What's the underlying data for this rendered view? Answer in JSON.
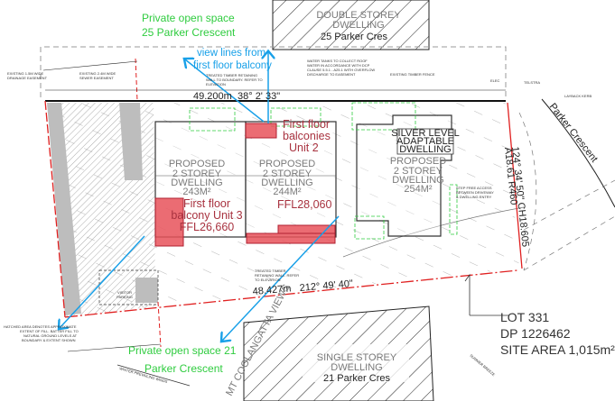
{
  "neighbours": {
    "north_pos": [
      "Private open space",
      "25 Parker Crescent"
    ],
    "north_building": [
      "DOUBLE STOREY",
      "DWELLING",
      "25 Parker Cres"
    ],
    "south_pos": [
      "Private open space 21",
      "Parker Crescent"
    ],
    "south_building": [
      "SINGLE STOREY",
      "DWELLING",
      "21 Parker Cres"
    ],
    "street": "Parker Crescent",
    "views": "MT COOLANGATTA VIEWS"
  },
  "view_lines": [
    "view lines from",
    "first floor balcony"
  ],
  "units": {
    "unit3": {
      "lines": [
        "PROPOSED",
        "2 STOREY",
        "DWELLING",
        "243M²"
      ],
      "balcony": [
        "First floor",
        "balcony Unit 3",
        "FFL26,660"
      ]
    },
    "unit2": {
      "lines": [
        "PROPOSED",
        "2 STOREY",
        "DWELLING",
        "244M²"
      ],
      "balcony": [
        "First floor",
        "balconies",
        "Unit 2"
      ],
      "ffl": "FFL28,060"
    },
    "unit1": {
      "badge": [
        "SILVER LEVEL",
        "ADAPTABLE",
        "DWELLING"
      ],
      "lines": [
        "PROPOSED",
        "2 STOREY",
        "DWELLING",
        "254M²"
      ]
    }
  },
  "bearings": {
    "top": [
      "49.200m",
      "38° 2' 33\""
    ],
    "bottom": [
      "48.427m",
      "212° 49' 40\""
    ],
    "right": [
      "124° 34' 50\" CH18.605",
      "A18.61 R460"
    ]
  },
  "lot": [
    "LOT 331",
    "DP 1226462",
    "SITE AREA 1,015m²"
  ],
  "notes": {
    "drainage": [
      "EXISTING 1.5M WIDE",
      "DRAINAGE EASEMENT"
    ],
    "sewer": [
      "EXISTING 2.4M WIDE",
      "SEWER EASEMENT"
    ],
    "retaining_top": [
      "TREATED TIMBER RETAINING",
      "WALL TO BOUNDARY. REFER TO",
      "ELEVATION"
    ],
    "water_tanks": [
      "WATER TANKS TO COLLECT ROOF",
      "WATER IN ACCORDANCE WITH DCP",
      "CLAUSE 5.5.1 - A25.1 WITH OVERFLOW",
      "DISCHARGE TO EASEMENT"
    ],
    "fence": "EXISTING TIMBER FENCE",
    "elec": "ELEC",
    "telstra": "TELSTRA",
    "layback": "LAYBACK KERB",
    "step_free": [
      "STEP FREE ACCESS",
      "BETWEEN DRIVEWAY",
      "& DWELLING ENTRY"
    ],
    "hatched": [
      "HATCHED AREA DENOTES APPROXIMATE",
      "EXTENT OF FILL. BATTER FILL TO",
      "NATURAL GROUND LEVELS AT",
      "BOUNDARY & EXTENT SHOWN"
    ],
    "retaining_bottom": [
      "TREATED TIMBER",
      "RETAINING WALL. REFER",
      "TO ELEVATION"
    ],
    "visitor": [
      "VISITOR",
      "PARKING"
    ],
    "winter": "WINTER PREVAILING WINDS",
    "summer": "SUMMER BREEZE"
  },
  "colors": {
    "boundary": "#e02020",
    "balcony": "#e8525a",
    "view_line": "#18a0e8",
    "pos_text": "#2fcc3f",
    "balcony_text": "#a8323f"
  }
}
